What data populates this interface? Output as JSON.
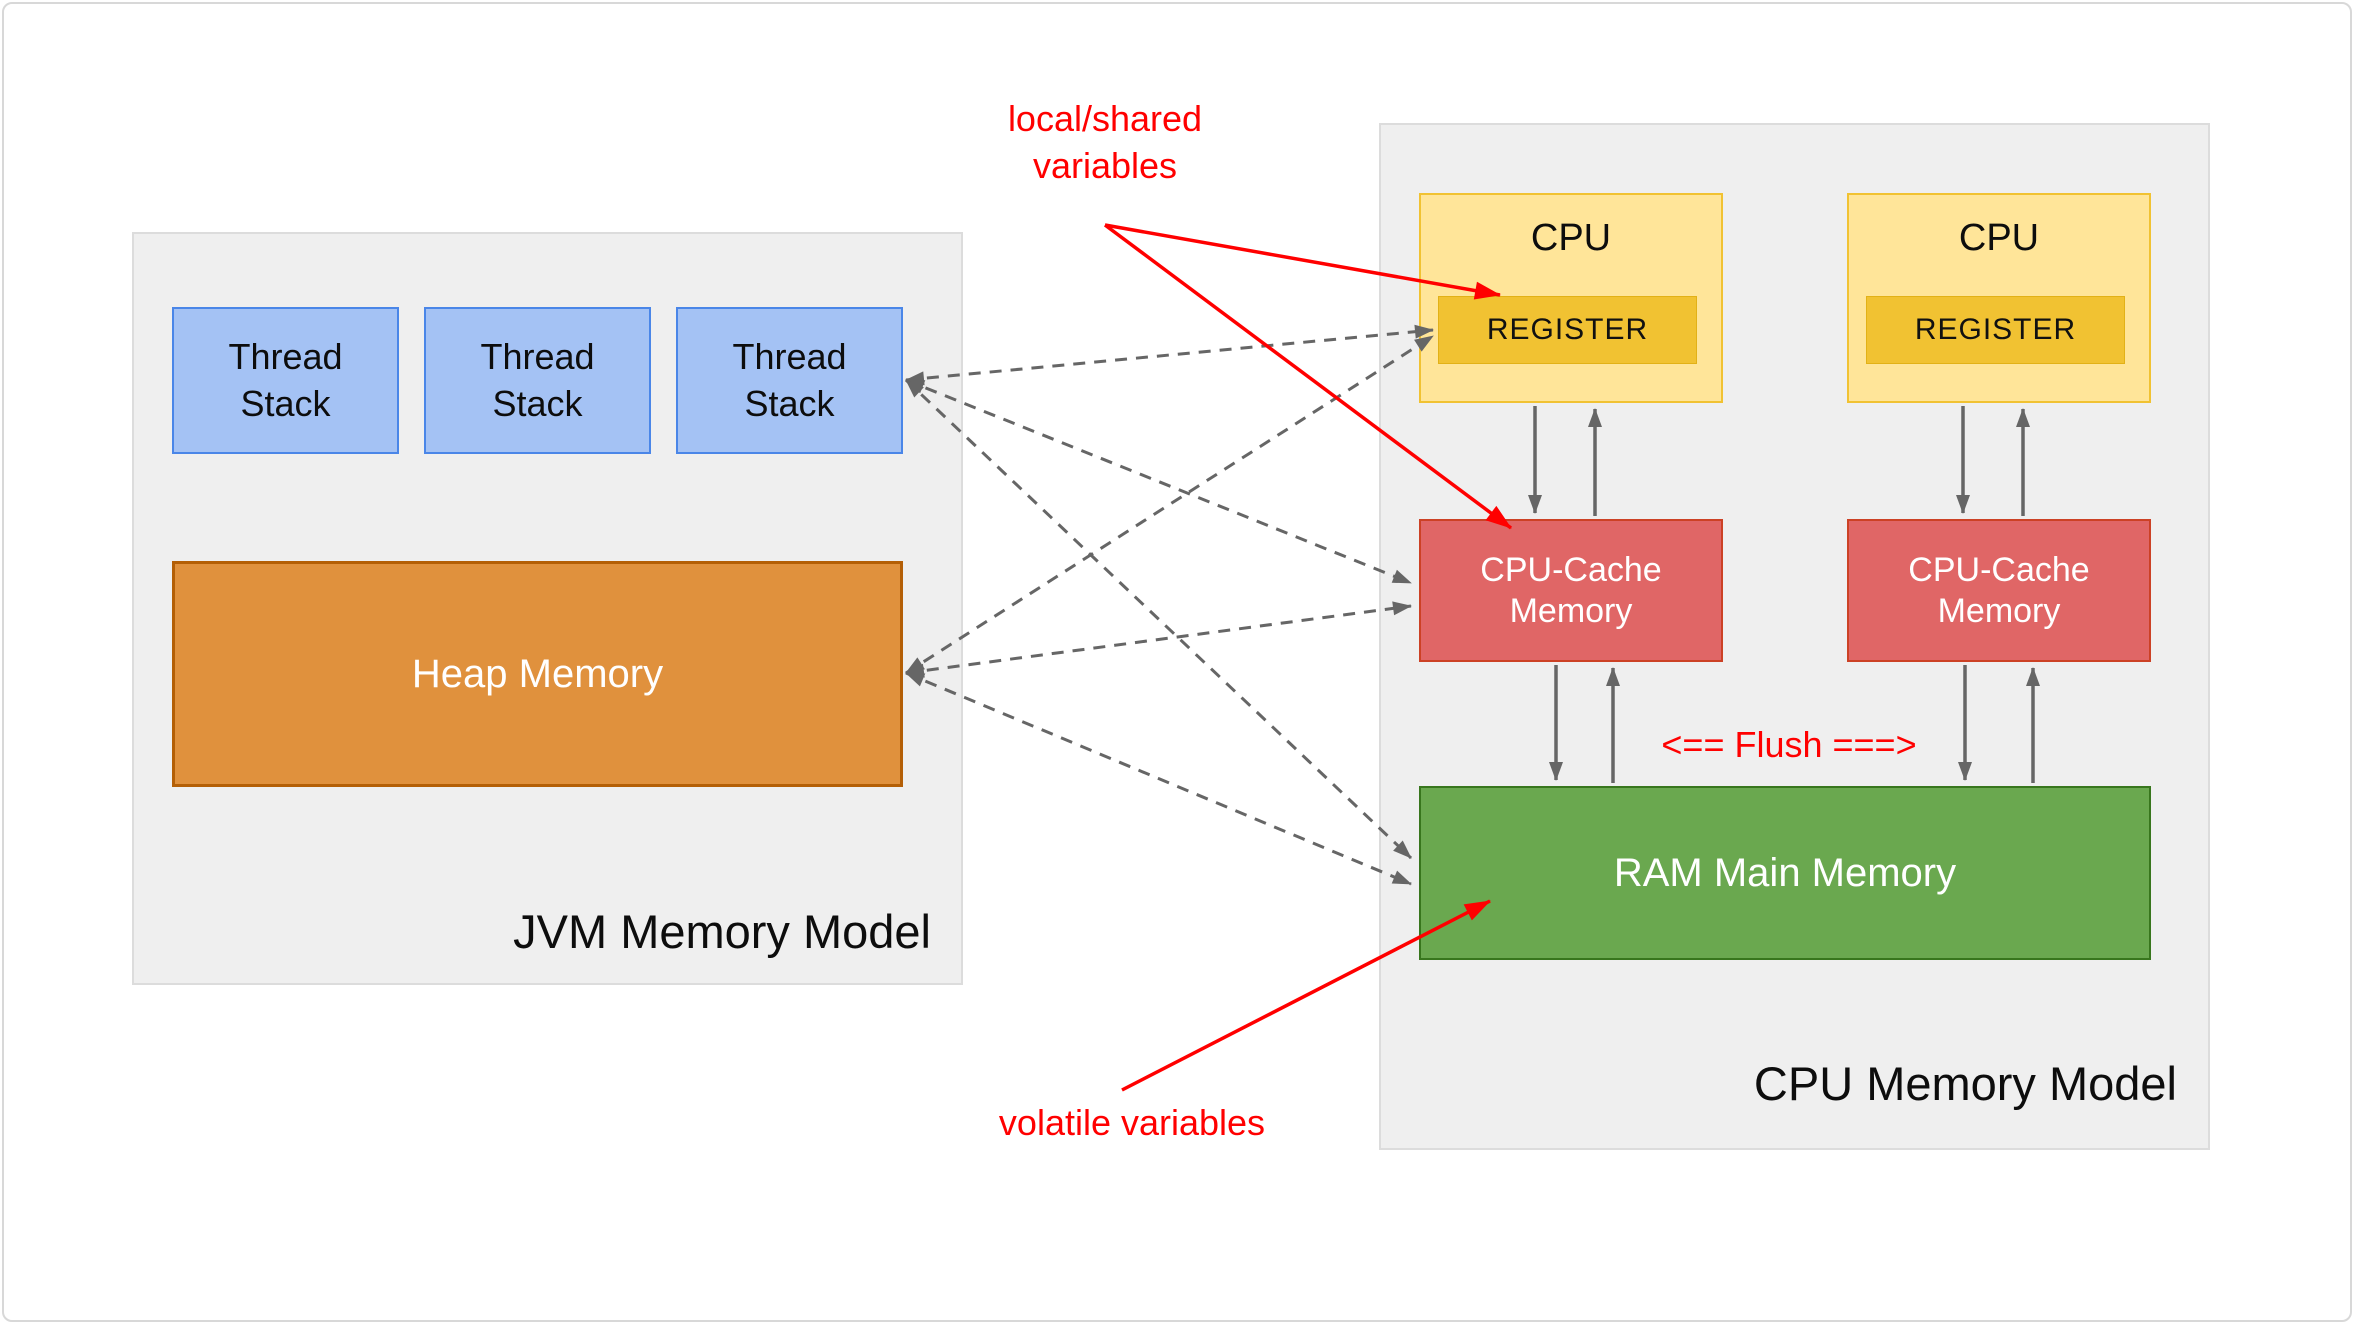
{
  "jvm_panel": {
    "title": "JVM Memory Model",
    "thread_stacks": [
      {
        "label": "Thread Stack"
      },
      {
        "label": "Thread Stack"
      },
      {
        "label": "Thread Stack"
      }
    ],
    "heap": {
      "label": "Heap Memory"
    }
  },
  "cpu_panel": {
    "title": "CPU Memory Model",
    "flush_label": "<== Flush ===>",
    "cpu_units": [
      {
        "label": "CPU",
        "register_label": "REGISTER",
        "cache_label": "CPU-Cache Memory"
      },
      {
        "label": "CPU",
        "register_label": "REGISTER",
        "cache_label": "CPU-Cache Memory"
      }
    ],
    "ram": {
      "label": "RAM Main Memory"
    }
  },
  "annotations": {
    "local_shared_variables": "local/shared variables",
    "volatile_variables": "volatile variables"
  },
  "colors": {
    "panel_bg": "#efefef",
    "panel_border": "#dcdcdc",
    "thread_fill": "#a4c2f4",
    "thread_border": "#4a86e8",
    "heap_fill": "#e0913d",
    "heap_border": "#b45f06",
    "cpu_fill": "#ffe599",
    "cpu_border": "#f1c232",
    "register_fill": "#f1c232",
    "cache_fill": "#e06666",
    "cache_border": "#cc4125",
    "ram_fill": "#6aa84f",
    "ram_border": "#38761d",
    "arrow_gray": "#666666",
    "annotation_red": "#ff0000"
  }
}
